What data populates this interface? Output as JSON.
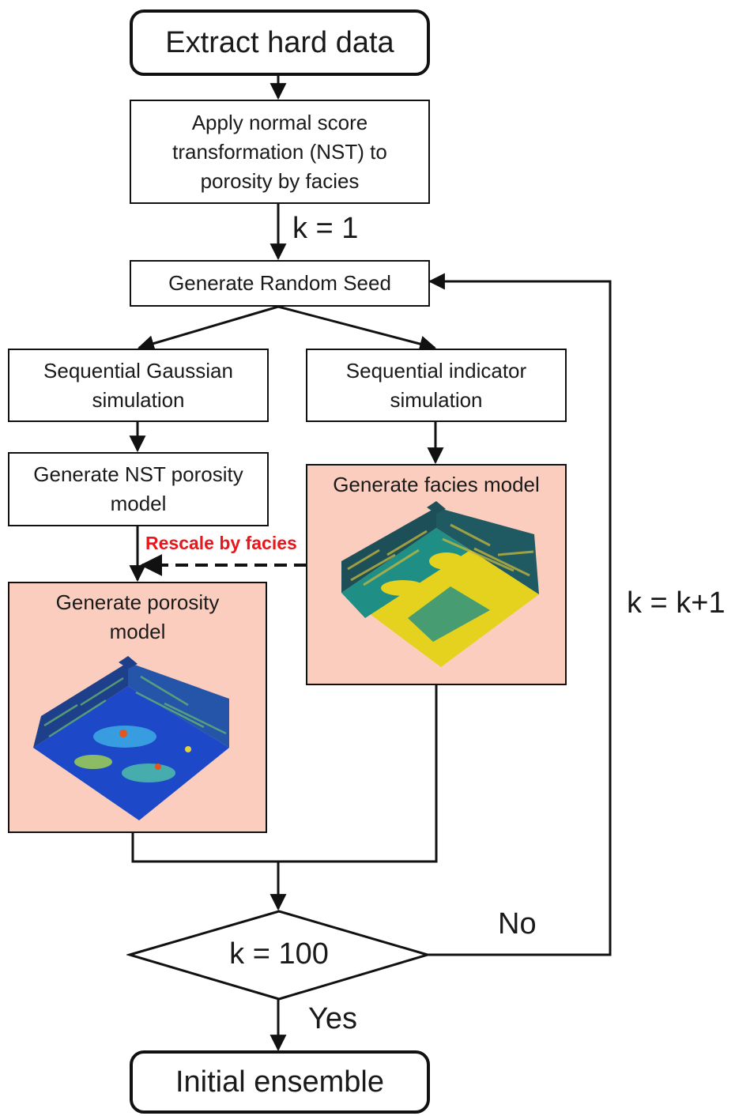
{
  "nodes": {
    "extract": "Extract hard data",
    "nst": "Apply normal score transformation (NST) to porosity by facies",
    "seed": "Generate Random Seed",
    "sgs": "Sequential Gaussian simulation",
    "sis": "Sequential indicator simulation",
    "nst_model": "Generate NST porosity model",
    "facies_model": "Generate facies model",
    "porosity_model": "Generate porosity model",
    "decision": "k = 100",
    "ensemble": "Initial ensemble"
  },
  "labels": {
    "k_init": "k = 1",
    "k_inc": "k = k+1",
    "rescale": "Rescale by facies",
    "no": "No",
    "yes": "Yes"
  },
  "colors": {
    "model_box": "#fbcdbf",
    "rescale_text": "#e8171c",
    "facies_teal": "#1f8f86",
    "facies_yellow": "#e5d21f",
    "facies_dark": "#1d4f59",
    "porosity_blue": "#1d49c8"
  }
}
